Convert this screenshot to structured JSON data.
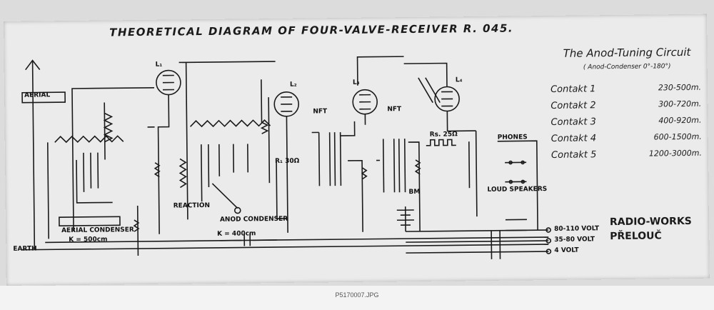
{
  "title": "THEORETICAL DIAGRAM OF FOUR-VALVE-RECEIVER R. 045.",
  "legend": {
    "title": "The Anod-Tuning Circuit",
    "subtitle": "( Anod-Condenser 0°-180°)",
    "contacts": [
      {
        "label": "Contakt 1",
        "range": "230-500m."
      },
      {
        "label": "Contakt 2",
        "range": "300-720m."
      },
      {
        "label": "Contakt 3",
        "range": "400-920m."
      },
      {
        "label": "Contakt 4",
        "range": "600-1500m."
      },
      {
        "label": "Contakt 5",
        "range": "1200-3000m."
      }
    ]
  },
  "works": {
    "line1": "RADIO-WORKS",
    "line2": "PŘELOUČ"
  },
  "labels": {
    "aerial": "AERIAL",
    "earth": "EARTH",
    "aerial_condenser": "AERIAL CONDENSER",
    "k_aerial": "K = 500cm",
    "reaction": "REACTION",
    "anod_condenser": "ANOD CONDENSER",
    "k_anod": "K = 400cm",
    "phones": "PHONES",
    "loud_speakers": "LOUD SPEAKERS",
    "nft1": "NFT",
    "nft2": "NFT",
    "bm": "BM",
    "rs": "Rs. 25Ω",
    "r1": "R₁ 30Ω",
    "volt_80": "80-110 VOLT",
    "volt_35": "35-80 VOLT",
    "volt_4": "4 VOLT",
    "l1": "L₁",
    "l2": "L₂",
    "l3": "L₃",
    "l4": "L₄"
  },
  "caption": "P5170007.JPG"
}
